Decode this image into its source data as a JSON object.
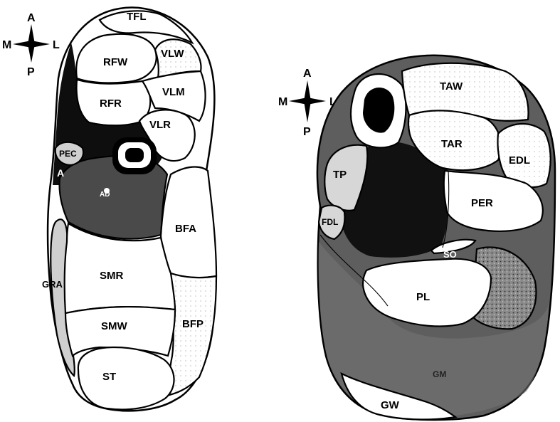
{
  "compass": {
    "anterior": "A",
    "posterior": "P",
    "medial": "M",
    "lateral": "L"
  },
  "thigh": {
    "labels": {
      "tfl": "TFL",
      "rf_w": "RFW",
      "rf_r": "RFR",
      "vl_w": "VLW",
      "vl_m": "VLM",
      "vl_r": "VLR",
      "pec": "PEC",
      "a": "A",
      "ad": "AD",
      "bf_a": "BFA",
      "bf_p": "BFP",
      "gra": "GRA",
      "sm_r": "SMR",
      "sm_w": "SMW",
      "st": "ST"
    }
  },
  "leg": {
    "labels": {
      "ta_w": "TAW",
      "ta_r": "TAR",
      "edl": "EDL",
      "tp": "TP",
      "per": "PER",
      "fdl": "FDL",
      "so": "SO",
      "pl": "PL",
      "g_m": "GM",
      "g_w": "GW"
    }
  },
  "colors": {
    "background": "#ffffff",
    "outline": "#000000",
    "light_muscle": "#ffffff",
    "gray_muscle": "#d9d9d9",
    "adductor": "#4a4a4a",
    "gastrocnemius": "#5e5e5e",
    "deep_dark": "#111111"
  }
}
